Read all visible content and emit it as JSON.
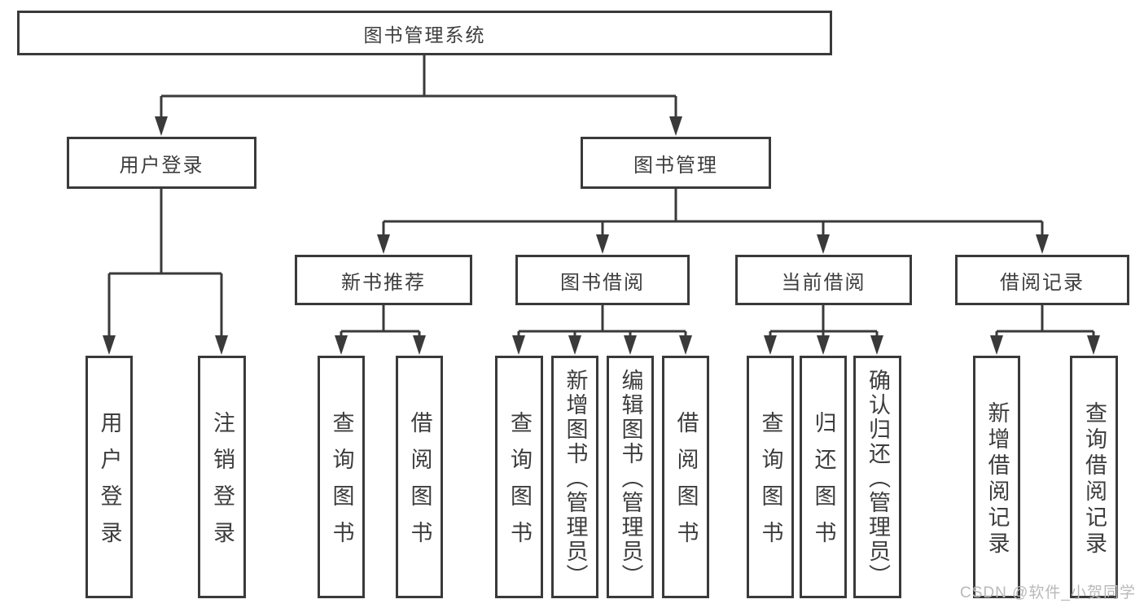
{
  "root": {
    "label": "图书管理系统"
  },
  "level1": {
    "user_login": {
      "label": "用户登录"
    },
    "book_management": {
      "label": "图书管理"
    }
  },
  "level2": {
    "new_book_recommend": {
      "label": "新书推荐"
    },
    "book_borrow": {
      "label": "图书借阅"
    },
    "current_borrow": {
      "label": "当前借阅"
    },
    "borrow_records": {
      "label": "借阅记录"
    }
  },
  "leaves": {
    "user_login": [
      "用户登录",
      "注销登录"
    ],
    "new_book_recommend": [
      "查询图书",
      "借阅图书"
    ],
    "book_borrow": [
      "查询图书",
      "新增图书（管理员）",
      "编辑图书（管理员）",
      "借阅图书"
    ],
    "current_borrow": [
      "查询图书",
      "归还图书",
      "确认归还（管理员）"
    ],
    "borrow_records": [
      "新增借阅记录",
      "查询借阅记录"
    ]
  },
  "watermark": "CSDN @软件_小贺同学",
  "colors": {
    "line": "#3a3a3a",
    "text": "#3d3d3d",
    "box_background": "#ffffff",
    "watermark": "#b9b9b9",
    "background": "#ffffff"
  }
}
